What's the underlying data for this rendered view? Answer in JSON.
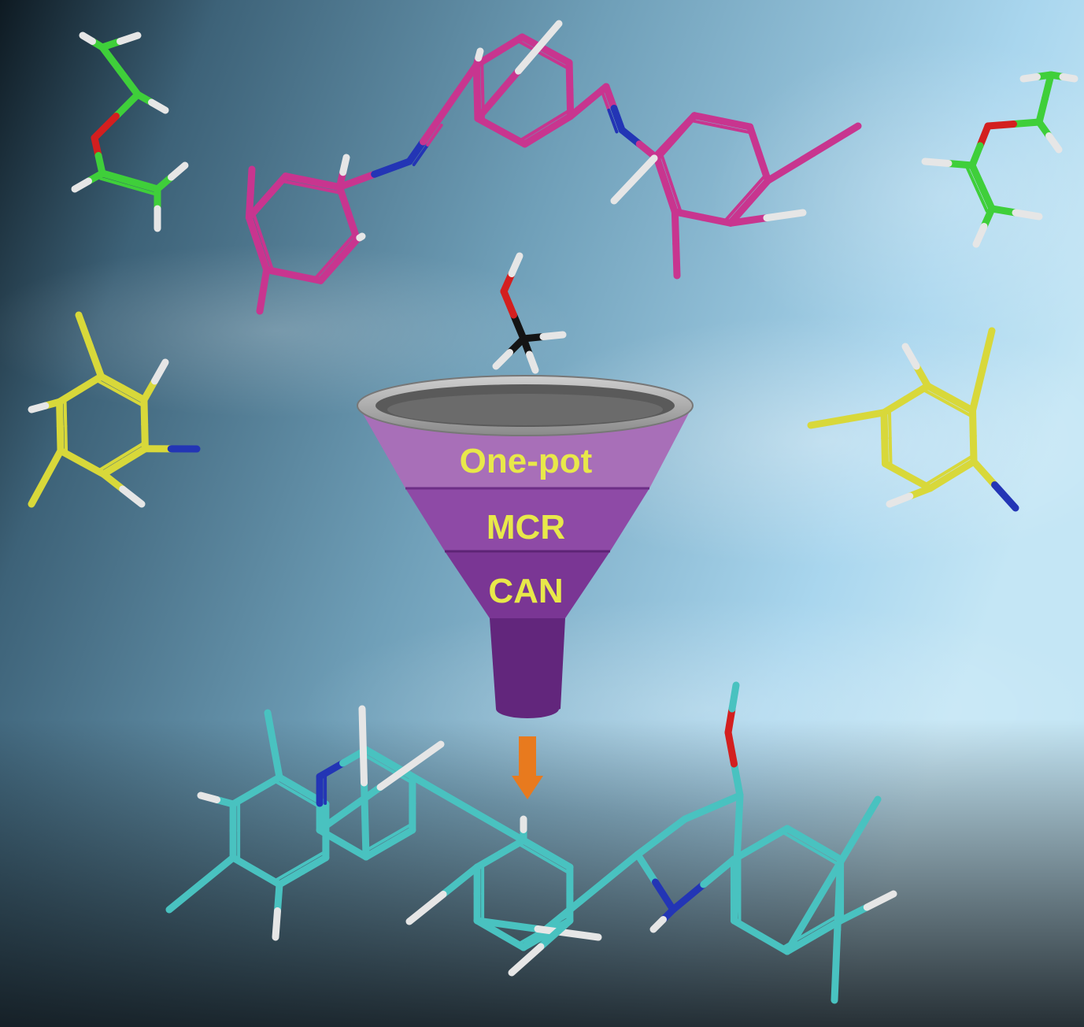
{
  "funnel": {
    "labels": [
      "One-pot",
      "MCR",
      "CAN"
    ]
  },
  "colors": {
    "label_text": "#e8e84a",
    "magenta_molecule": "#c8358f",
    "green_molecule": "#3fcf3a",
    "yellow_molecule": "#d8d83a",
    "cyan_molecule": "#49c2c0",
    "nitrogen": "#2335b5",
    "oxygen": "#d31f1f",
    "methanol_carbon": "#141414",
    "hydrogen": "#e6e6e6",
    "arrow": "#e87a1e",
    "funnel_top": "#a86fb8",
    "funnel_mid": "#8e4aa6",
    "funnel_low": "#7a3694",
    "funnel_stem": "#62267c"
  }
}
